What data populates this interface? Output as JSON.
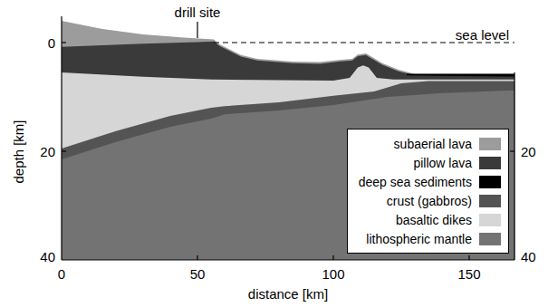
{
  "diagram": {
    "labels": [
      "drill site",
      "sea level",
      "0",
      "20",
      "40",
      "20",
      "40",
      "depth [km]",
      "0",
      "50",
      "100",
      "150",
      "distance [km]"
    ],
    "legend": [
      {
        "text": "subaerial lava",
        "color": "#9c9c9c"
      },
      {
        "text": "pillow lava",
        "color": "#3a3a3a"
      },
      {
        "text": "deep sea sediments",
        "color": "#000000"
      },
      {
        "text": "crust (gabbros)",
        "color": "#545454"
      },
      {
        "text": "basaltic dikes",
        "color": "#d6d6d6"
      },
      {
        "text": "lithospheric mantle",
        "color": "#737373"
      }
    ]
  }
}
